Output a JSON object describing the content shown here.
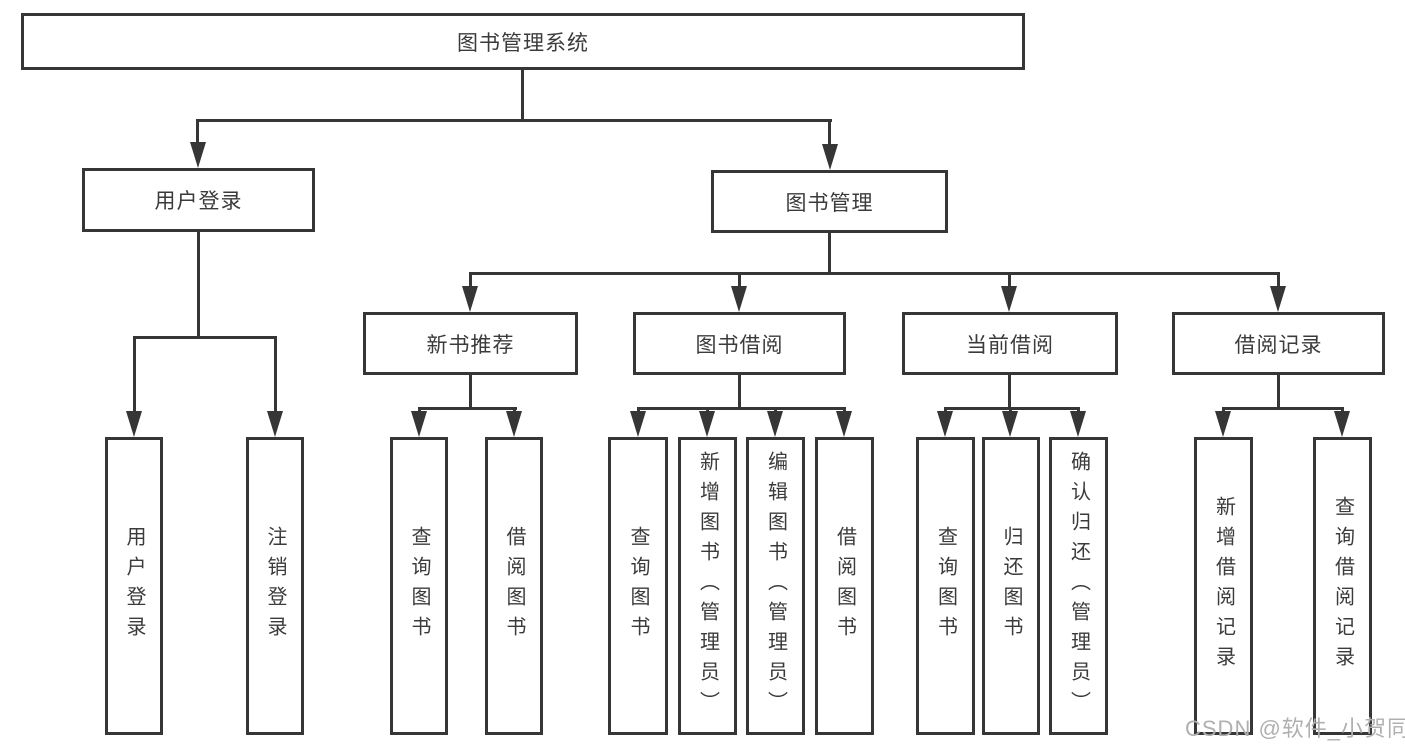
{
  "diagram_title": "图书管理系统",
  "nodes": {
    "root": "图书管理系统",
    "user_login": "用户登录",
    "book_mgmt": "图书管理",
    "new_book_rec": "新书推荐",
    "book_borrow": "图书借阅",
    "current_borrow": "当前借阅",
    "borrow_records": "借阅记录",
    "leaf_user_login": "用户登录",
    "leaf_logout": "注销登录",
    "leaf_nb_query": "查询图书",
    "leaf_nb_borrow": "借阅图书",
    "leaf_bb_query": "查询图书",
    "leaf_bb_add": "新增图书（管理员）",
    "leaf_bb_edit": "编辑图书（管理员）",
    "leaf_bb_borrow": "借阅图书",
    "leaf_cb_query": "查询图书",
    "leaf_cb_return": "归还图书",
    "leaf_cb_confirm": "确认归还（管理员）",
    "leaf_rec_add": "新增借阅记录",
    "leaf_rec_query": "查询借阅记录"
  },
  "hierarchy": {
    "图书管理系统": {
      "用户登录": [
        "用户登录",
        "注销登录"
      ],
      "图书管理": {
        "新书推荐": [
          "查询图书",
          "借阅图书"
        ],
        "图书借阅": [
          "查询图书",
          "新增图书（管理员）",
          "编辑图书（管理员）",
          "借阅图书"
        ],
        "当前借阅": [
          "查询图书",
          "归还图书",
          "确认归还（管理员）"
        ],
        "借阅记录": [
          "新增借阅记录",
          "查询借阅记录"
        ]
      }
    }
  },
  "watermark": "CSDN @软件_小贺同学",
  "colors": {
    "line": "#363636",
    "text": "#3b3b3b",
    "watermark": "#b0b0b0",
    "background": "#ffffff"
  }
}
